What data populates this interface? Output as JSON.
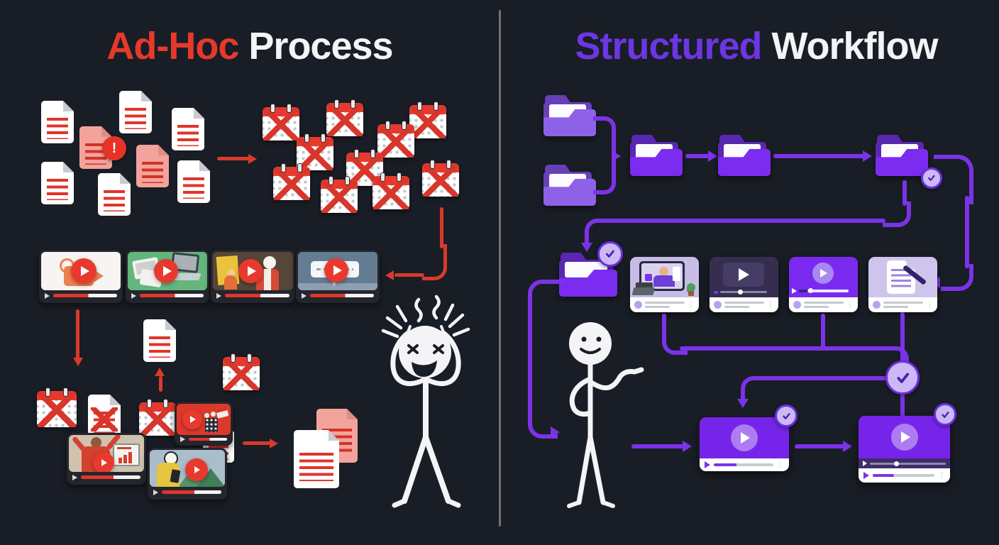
{
  "page": {
    "background": "#191d25",
    "divider_color": "#6f7277"
  },
  "left_panel": {
    "title": {
      "highlight": "Ad-Hoc",
      "rest": " Process"
    },
    "title_highlight_color": "#e6392c",
    "accent_color": "#d93a2c",
    "alert_badge": "!",
    "document_count": 8,
    "pink_document_count": 2,
    "crossed_calendar_count": 10,
    "video_thumbnails": [
      "camera-video",
      "photos-laptop-video",
      "presenters-video",
      "sign-video"
    ],
    "bottom_cluster": [
      "crossed-calendar",
      "document",
      "crossed-document",
      "crossed-calendar",
      "movie-video",
      "presenter-chart-video",
      "hiker-video",
      "crossed-calendar",
      "document-pair"
    ],
    "figure_mood": "stressed"
  },
  "right_panel": {
    "title": {
      "highlight": "Structured",
      "rest": " Workflow"
    },
    "title_highlight_color": "#6c36e2",
    "accent_color": "#7b33e8",
    "folder_count": 6,
    "checkmark_count": 5,
    "workflow_cards": [
      "webinar-card",
      "player-card",
      "playing-card",
      "script-card"
    ],
    "video_players": 2,
    "figure_mood": "happy"
  },
  "icons": {
    "check": "✓",
    "alert": "!",
    "play": "▶",
    "kebab": "⋮"
  }
}
